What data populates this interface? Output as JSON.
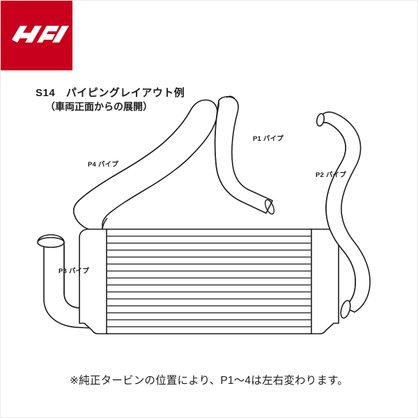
{
  "brand": {
    "name": "HPI",
    "logo_color": "#c8001e",
    "logo_text_color": "#ffffff"
  },
  "title": {
    "main": "S14　パイピングレイアウト例",
    "sub": "（車両正面からの展開）"
  },
  "labels": {
    "p1": "P1 パイプ",
    "p2": "P2 パイプ",
    "p3": "P3 パイプ",
    "p4": "P4 パイプ"
  },
  "footnote": "※純正タービンの位置により、P1〜4は左右変わります。",
  "diagram": {
    "line_color": "#1a1a1a",
    "fill_color": "#ffffff",
    "fin_color": "#3a3a3a",
    "intercooler_fin_count": 15,
    "components": [
      "intercooler-core",
      "p1-pipe",
      "p2-pipe",
      "p3-pipe",
      "p4-pipe"
    ]
  }
}
